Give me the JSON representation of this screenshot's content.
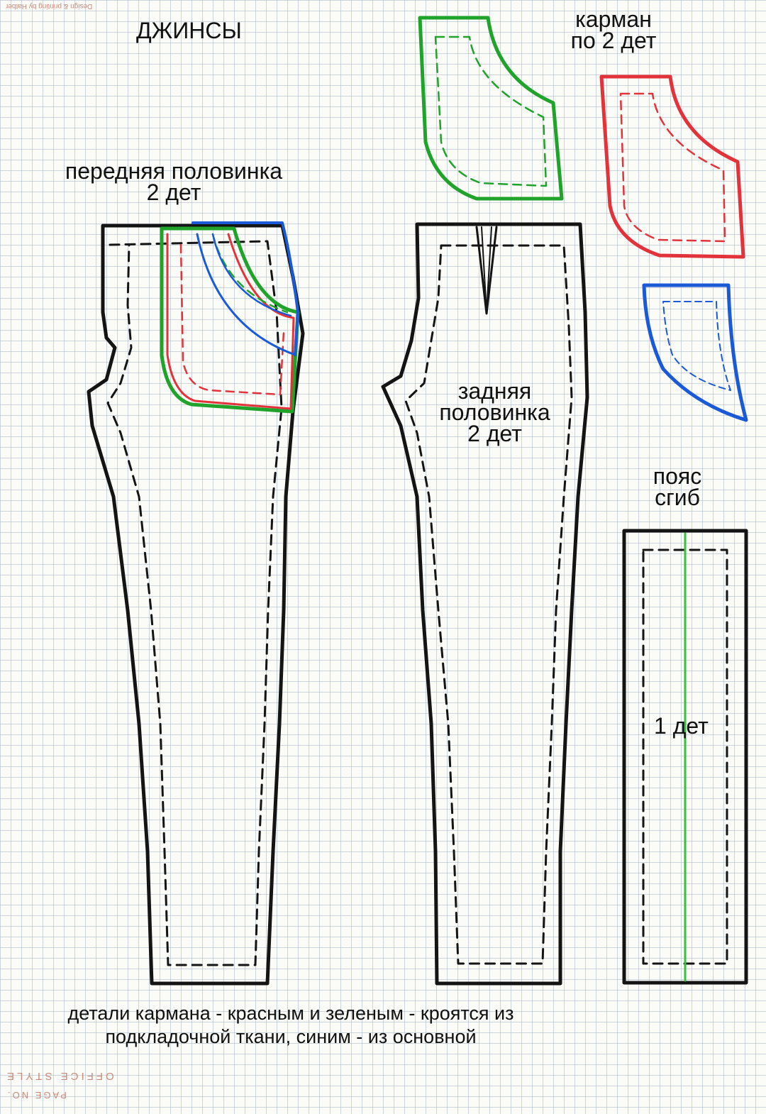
{
  "title": "ДЖИНСЫ",
  "labels": {
    "front_line1": "передняя половинка",
    "front_line2": "2 дет",
    "pocket_line1": "карман",
    "pocket_line2": "по 2 дет",
    "back_line1": "задняя",
    "back_line2": "половинка",
    "back_line3": "2 дет",
    "waistband_line1": "пояс",
    "waistband_line2": "сгиб",
    "waistband_count": "1 дет"
  },
  "note": {
    "line1": "детали кармана - красным и зеленым - кроятся из",
    "line2": "подкладочной ткани, синим - из основной"
  },
  "paper_print": {
    "top": "Design & printing by Hatber",
    "bottom1": "OFFICE STYLE",
    "bottom2": "PAGE NO."
  },
  "colors": {
    "outline": "#141414",
    "green": "#1fa32a",
    "red": "#e2323a",
    "blue": "#1a5ad6",
    "fold_line": "#35c33c",
    "grid": "#aab4c3",
    "print": "#c98a7a"
  }
}
